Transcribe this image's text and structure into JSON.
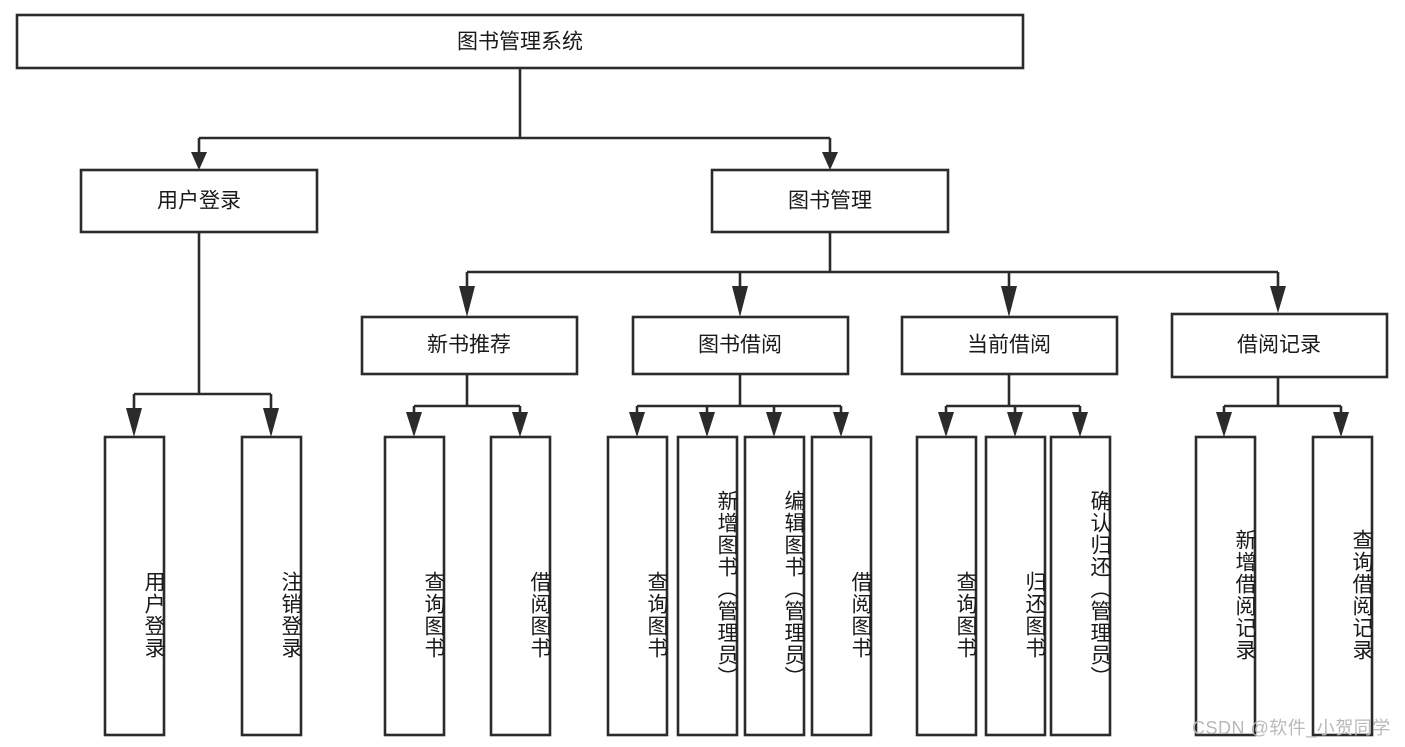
{
  "diagram": {
    "type": "tree",
    "title": "图书管理系统",
    "orientation": "top-down",
    "levels": 4,
    "nodes": {
      "root": {
        "label": "图书管理系统",
        "level": 1
      },
      "user_login": {
        "label": "用户登录",
        "level": 2
      },
      "book_manage": {
        "label": "图书管理",
        "level": 2
      },
      "new_book_rec": {
        "label": "新书推荐",
        "level": 3
      },
      "book_borrow": {
        "label": "图书借阅",
        "level": 3
      },
      "current_borrow": {
        "label": "当前借阅",
        "level": 3
      },
      "borrow_record": {
        "label": "借阅记录",
        "level": 3
      },
      "leaf_user_login": {
        "label": "用户登录",
        "level": 4
      },
      "leaf_logout": {
        "label": "注销登录",
        "level": 4
      },
      "leaf_query_book_1": {
        "label": "查询图书",
        "level": 4
      },
      "leaf_borrow_book_1": {
        "label": "借阅图书",
        "level": 4
      },
      "leaf_query_book_2": {
        "label": "查询图书",
        "level": 4
      },
      "leaf_add_book": {
        "label": "新增图书（管理员）",
        "level": 4
      },
      "leaf_edit_book": {
        "label": "编辑图书（管理员）",
        "level": 4
      },
      "leaf_borrow_book_2": {
        "label": "借阅图书",
        "level": 4
      },
      "leaf_query_book_3": {
        "label": "查询图书",
        "level": 4
      },
      "leaf_return_book": {
        "label": "归还图书",
        "level": 4
      },
      "leaf_confirm_return": {
        "label": "确认归还（管理员）",
        "level": 4
      },
      "leaf_add_record": {
        "label": "新增借阅记录",
        "level": 4
      },
      "leaf_query_record": {
        "label": "查询借阅记录",
        "level": 4
      }
    },
    "edges": [
      {
        "from": "root",
        "to": "user_login"
      },
      {
        "from": "root",
        "to": "book_manage"
      },
      {
        "from": "user_login",
        "to": "leaf_user_login"
      },
      {
        "from": "user_login",
        "to": "leaf_logout"
      },
      {
        "from": "book_manage",
        "to": "new_book_rec"
      },
      {
        "from": "book_manage",
        "to": "book_borrow"
      },
      {
        "from": "book_manage",
        "to": "current_borrow"
      },
      {
        "from": "book_manage",
        "to": "borrow_record"
      },
      {
        "from": "new_book_rec",
        "to": "leaf_query_book_1"
      },
      {
        "from": "new_book_rec",
        "to": "leaf_borrow_book_1"
      },
      {
        "from": "book_borrow",
        "to": "leaf_query_book_2"
      },
      {
        "from": "book_borrow",
        "to": "leaf_add_book"
      },
      {
        "from": "book_borrow",
        "to": "leaf_edit_book"
      },
      {
        "from": "book_borrow",
        "to": "leaf_borrow_book_2"
      },
      {
        "from": "current_borrow",
        "to": "leaf_query_book_3"
      },
      {
        "from": "current_borrow",
        "to": "leaf_return_book"
      },
      {
        "from": "current_borrow",
        "to": "leaf_confirm_return"
      },
      {
        "from": "borrow_record",
        "to": "leaf_add_record"
      },
      {
        "from": "borrow_record",
        "to": "leaf_query_record"
      }
    ],
    "colors": {
      "box_fill": "#ffffff",
      "box_stroke": "#2b2b2b",
      "text": "#1a1a1a",
      "background": "#ffffff",
      "watermark": "#b9b9b9"
    }
  },
  "watermark": {
    "text": "CSDN @软件_小贺同学"
  }
}
